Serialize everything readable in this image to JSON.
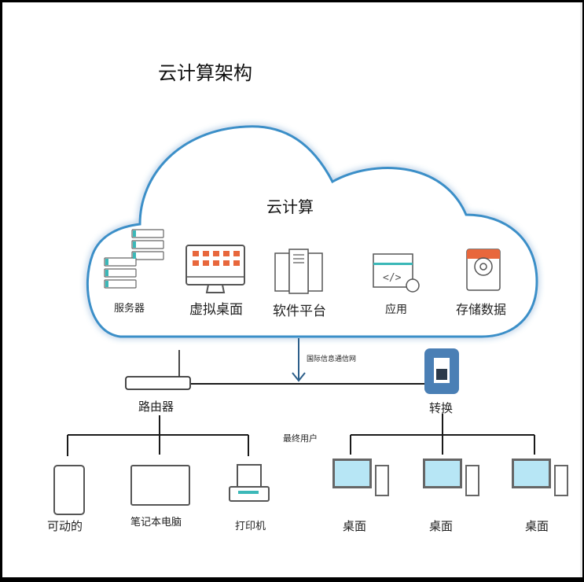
{
  "title": "云计算架构",
  "cloud": {
    "label": "云计算",
    "items": [
      {
        "icon": "server-rack-icon",
        "label": "服务器"
      },
      {
        "icon": "virtual-desktop-icon",
        "label": "虚拟桌面"
      },
      {
        "icon": "software-platform-icon",
        "label": "软件平台"
      },
      {
        "icon": "application-code-icon",
        "label": "应用"
      },
      {
        "icon": "hard-disk-icon",
        "label": "存储数据"
      }
    ]
  },
  "network": {
    "arrow_label": "国际信息通信网",
    "router_label": "路由器",
    "switch_label": "转换",
    "end_users_label": "最终用户"
  },
  "left_devices": [
    {
      "icon": "mobile-phone-icon",
      "label": "可动的"
    },
    {
      "icon": "laptop-icon",
      "label": "笔记本电脑"
    },
    {
      "icon": "printer-icon",
      "label": "打印机"
    }
  ],
  "right_devices": [
    {
      "icon": "desktop-computer-icon",
      "label": "桌面"
    },
    {
      "icon": "desktop-computer-icon",
      "label": "桌面"
    },
    {
      "icon": "desktop-computer-icon",
      "label": "桌面"
    }
  ],
  "colors": {
    "cloud_outline": "#3a8fc8",
    "accent_orange": "#e8673c",
    "accent_teal": "#3bb8b8",
    "switch_blue": "#4a7fb5",
    "screen_blue": "#b7e6f5",
    "line": "#1a1a1a",
    "icon_gray": "#555555"
  }
}
